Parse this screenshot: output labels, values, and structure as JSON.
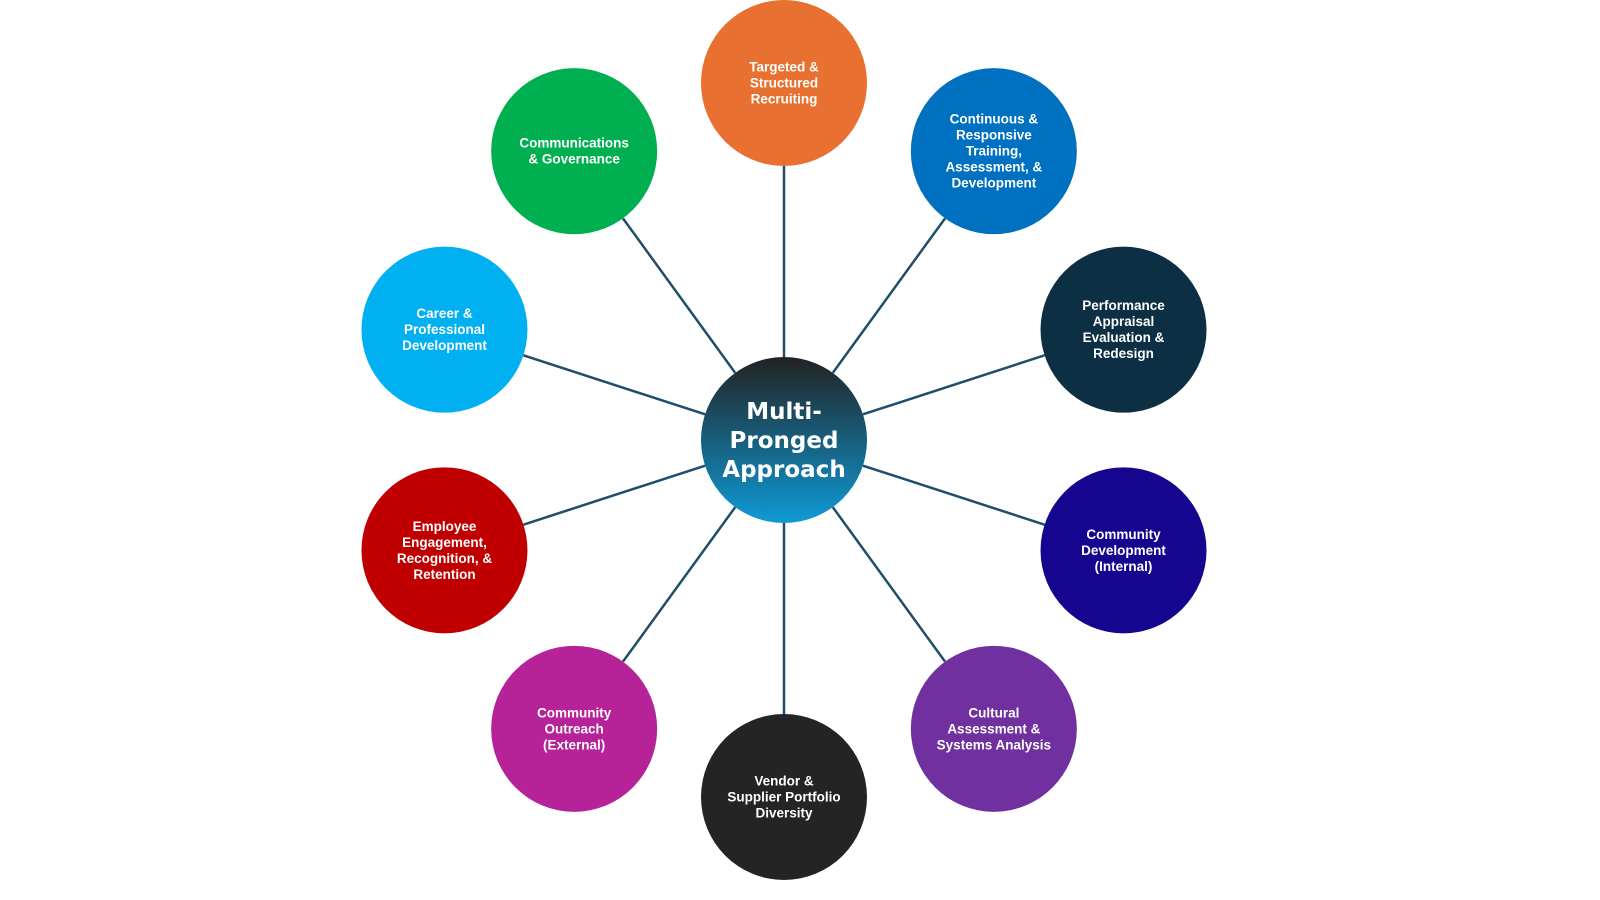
{
  "diagram": {
    "type": "hub-and-spoke",
    "center": {
      "label_lines": [
        "Multi-",
        "Pronged",
        "Approach"
      ],
      "gradient_top": "#222222",
      "gradient_bottom": "#0e9ad6"
    },
    "connector_color": "#1f4e6b",
    "nodes": [
      {
        "id": "targeted-structured-recruiting",
        "label_lines": [
          "Targeted &",
          "Structured",
          "Recruiting"
        ],
        "color": "#e87030",
        "position": "top"
      },
      {
        "id": "continuous-responsive-training",
        "label_lines": [
          "Continuous &",
          "Responsive",
          "Training,",
          "Assessment, &",
          "Development"
        ],
        "color": "#0070c0",
        "position": "top-right"
      },
      {
        "id": "performance-appraisal",
        "label_lines": [
          "Performance",
          "Appraisal",
          "Evaluation &",
          "Redesign"
        ],
        "color": "#0c2f44",
        "position": "right-upper"
      },
      {
        "id": "community-development-internal",
        "label_lines": [
          "Community",
          "Development",
          "(Internal)"
        ],
        "color": "#16068f",
        "position": "right-lower"
      },
      {
        "id": "cultural-assessment",
        "label_lines": [
          "Cultural",
          "Assessment &",
          "Systems Analysis"
        ],
        "color": "#7030a0",
        "position": "bottom-right"
      },
      {
        "id": "vendor-supplier-diversity",
        "label_lines": [
          "Vendor &",
          "Supplier Portfolio",
          "Diversity"
        ],
        "color": "#242424",
        "position": "bottom"
      },
      {
        "id": "community-outreach-external",
        "label_lines": [
          "Community",
          "Outreach",
          "(External)"
        ],
        "color": "#b62298",
        "position": "bottom-left"
      },
      {
        "id": "employee-engagement",
        "label_lines": [
          "Employee",
          "Engagement,",
          "Recognition, &",
          "Retention"
        ],
        "color": "#c00000",
        "position": "left-lower"
      },
      {
        "id": "career-professional-development",
        "label_lines": [
          "Career &",
          "Professional",
          "Development"
        ],
        "color": "#00b0f0",
        "position": "left-upper"
      },
      {
        "id": "communications-governance",
        "label_lines": [
          "Communications",
          "& Governance"
        ],
        "color": "#00b050",
        "position": "top-left"
      }
    ]
  }
}
